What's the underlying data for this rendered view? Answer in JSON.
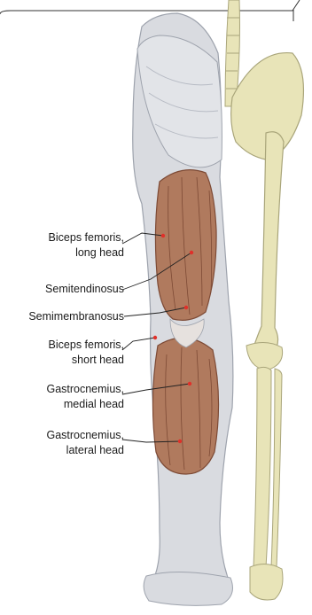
{
  "labels": [
    {
      "lines": [
        "Biceps femoris,",
        "long head"
      ]
    },
    {
      "lines": [
        "Semitendinosus"
      ]
    },
    {
      "lines": [
        "Semimembranosus"
      ]
    },
    {
      "lines": [
        "Biceps femoris,",
        "short head"
      ]
    },
    {
      "lines": [
        "Gastrocnemius,",
        "medial head"
      ]
    },
    {
      "lines": [
        "Gastrocnemius,",
        "lateral head"
      ]
    }
  ],
  "colors": {
    "muscle": "#b07a5e",
    "muscle_dark": "#7d4a35",
    "skin_gray": "#d9dbe0",
    "skin_shadow": "#9ea3ad",
    "bone": "#e8e4b8",
    "bone_shadow": "#a9a57a",
    "leader": "#222222",
    "marker": "#e0302a"
  }
}
